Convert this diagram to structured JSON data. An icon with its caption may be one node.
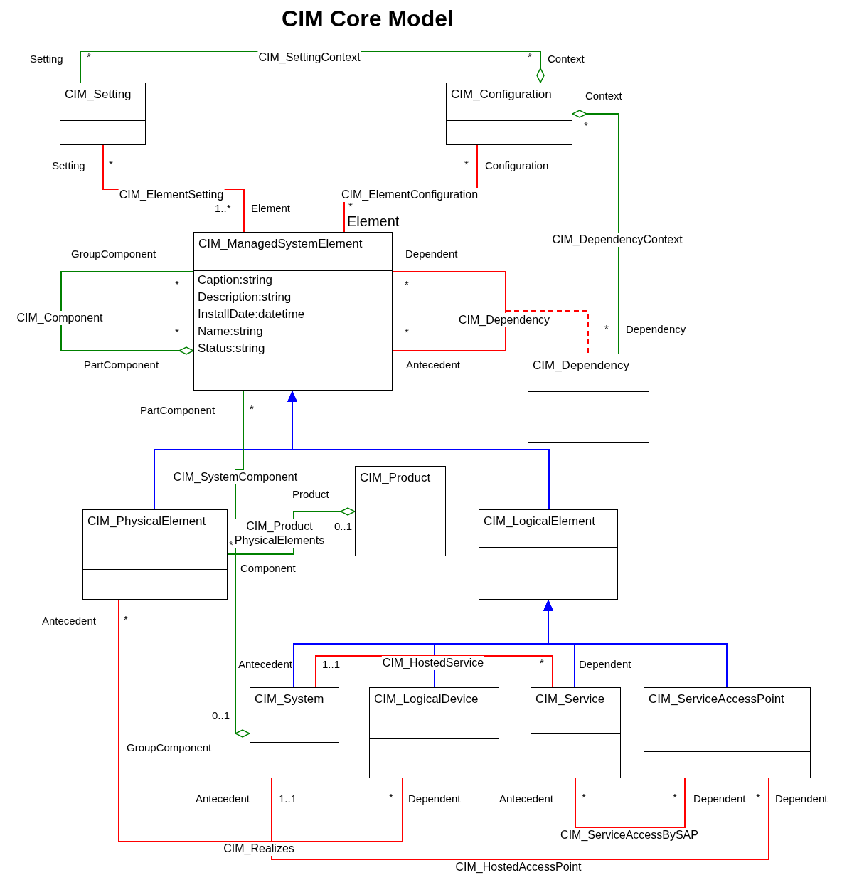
{
  "diagram": {
    "title": "CIM Core Model",
    "nodes": [
      {
        "text": [
          "CIM_Setting"
        ]
      },
      {
        "text": [
          "CIM_Configuration"
        ]
      },
      {
        "text": [
          "CIM_ManagedSystemElement",
          "Caption:string",
          "Description:string",
          "InstallDate:datetime",
          "Name:string",
          "Status:string"
        ]
      },
      {
        "text": [
          "CIM_Dependency"
        ]
      },
      {
        "text": [
          "CIM_PhysicalElement"
        ]
      },
      {
        "text": [
          "CIM_Product"
        ]
      },
      {
        "text": [
          "CIM_LogicalElement"
        ]
      },
      {
        "text": [
          "CIM_System"
        ]
      },
      {
        "text": [
          "CIM_LogicalDevice"
        ]
      },
      {
        "text": [
          "CIM_Service"
        ]
      },
      {
        "text": [
          "CIM_ServiceAccessPoint"
        ]
      }
    ],
    "edges": [
      {
        "from": 0,
        "to": 1,
        "arrow": "other",
        "label": "CIM_SettingContext",
        "color": "#008000"
      },
      {
        "from": 0,
        "to": 2,
        "arrow": "none",
        "label": "CIM_ElementSetting"
      },
      {
        "from": 1,
        "to": 2,
        "arrow": "none",
        "label": "CIM_ElementConfiguration"
      },
      {
        "from": 3,
        "to": 1,
        "arrow": "other",
        "label": "CIM_DependencyContext",
        "color": "#008000"
      },
      {
        "from": 2,
        "to": 2,
        "arrow": "other",
        "label": "CIM_Component",
        "color": "#008000"
      },
      {
        "from": 2,
        "to": 2,
        "arrow": "none",
        "label": "CIM_Dependency"
      },
      {
        "from": null,
        "to": 3,
        "arrow": "none",
        "style": "dashed"
      },
      {
        "from": 4,
        "to": 2,
        "arrow": "to",
        "color": "#0000ff"
      },
      {
        "from": 6,
        "to": 2,
        "arrow": "to",
        "color": "#0000ff"
      },
      {
        "from": 2,
        "to": 7,
        "arrow": "other",
        "label": "CIM_SystemComponent",
        "color": "#008000"
      },
      {
        "from": 4,
        "to": 5,
        "arrow": "other",
        "label": "CIM_Product PhysicalElements",
        "color": "#008000"
      },
      {
        "from": 7,
        "to": 6,
        "arrow": "to",
        "color": "#0000ff"
      },
      {
        "from": 8,
        "to": 6,
        "arrow": "to",
        "color": "#0000ff"
      },
      {
        "from": 9,
        "to": 6,
        "arrow": "to",
        "color": "#0000ff"
      },
      {
        "from": 10,
        "to": 6,
        "arrow": "to",
        "color": "#0000ff"
      },
      {
        "from": 7,
        "to": 9,
        "arrow": "none",
        "label": "CIM_HostedService"
      },
      {
        "from": 4,
        "to": 8,
        "arrow": "none",
        "label": "CIM_Realizes"
      },
      {
        "from": 9,
        "to": 10,
        "arrow": "none",
        "label": "CIM_ServiceAccessBySAP"
      },
      {
        "from": 7,
        "to": 10,
        "arrow": "none",
        "label": "CIM_HostedAccessPoint"
      }
    ],
    "labels": [
      "Setting",
      "*",
      "*",
      "Context",
      "Context",
      "*",
      "Setting",
      "*",
      "*",
      "Configuration",
      "1..*",
      "Element",
      "*",
      "Element",
      "GroupComponent",
      "Dependent",
      "*",
      "*",
      "*",
      "*",
      "*",
      "Dependency",
      "PartComponent",
      "Antecedent",
      "PartComponent",
      "*",
      "Product",
      "*",
      "0..1",
      "Component",
      "Antecedent",
      "*",
      "Antecedent",
      "1..1",
      "*",
      "Dependent",
      "0..1",
      "GroupComponent",
      "Antecedent",
      "1..1",
      "*",
      "Dependent",
      "Antecedent",
      "*",
      "*",
      "Dependent",
      "*",
      "Dependent"
    ]
  }
}
